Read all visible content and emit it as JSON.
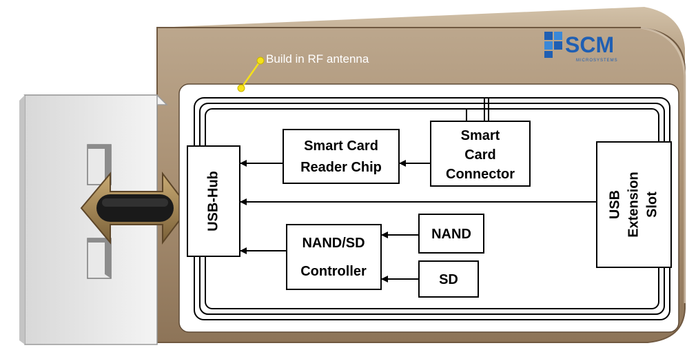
{
  "annotation": {
    "antenna_label": "Build in RF antenna"
  },
  "logo": {
    "brand": "SCM",
    "tagline": "MICROSYSTEMS"
  },
  "blocks": {
    "usb_hub": "USB-Hub",
    "reader_chip": {
      "line1": "Smart Card",
      "line2": "Reader Chip"
    },
    "connector": {
      "line1": "Smart",
      "line2": "Card",
      "line3": "Connector"
    },
    "extension_slot": {
      "line1": "USB",
      "line2": "Extension",
      "line3": "Slot"
    },
    "nand_sd_controller": {
      "line1": "NAND/SD",
      "line2": "Controller"
    },
    "nand": "NAND",
    "sd": "SD"
  },
  "colors": {
    "case_body": "#a88f72",
    "case_dark": "#6f5840",
    "case_highlight": "#d6c6b0",
    "panel": "#ffffff",
    "antenna_dot": "#f5e11a",
    "logo_blue": "#1f5fb3",
    "plug_shadow": "#1a1a1a",
    "plug_face": "#ececec"
  }
}
